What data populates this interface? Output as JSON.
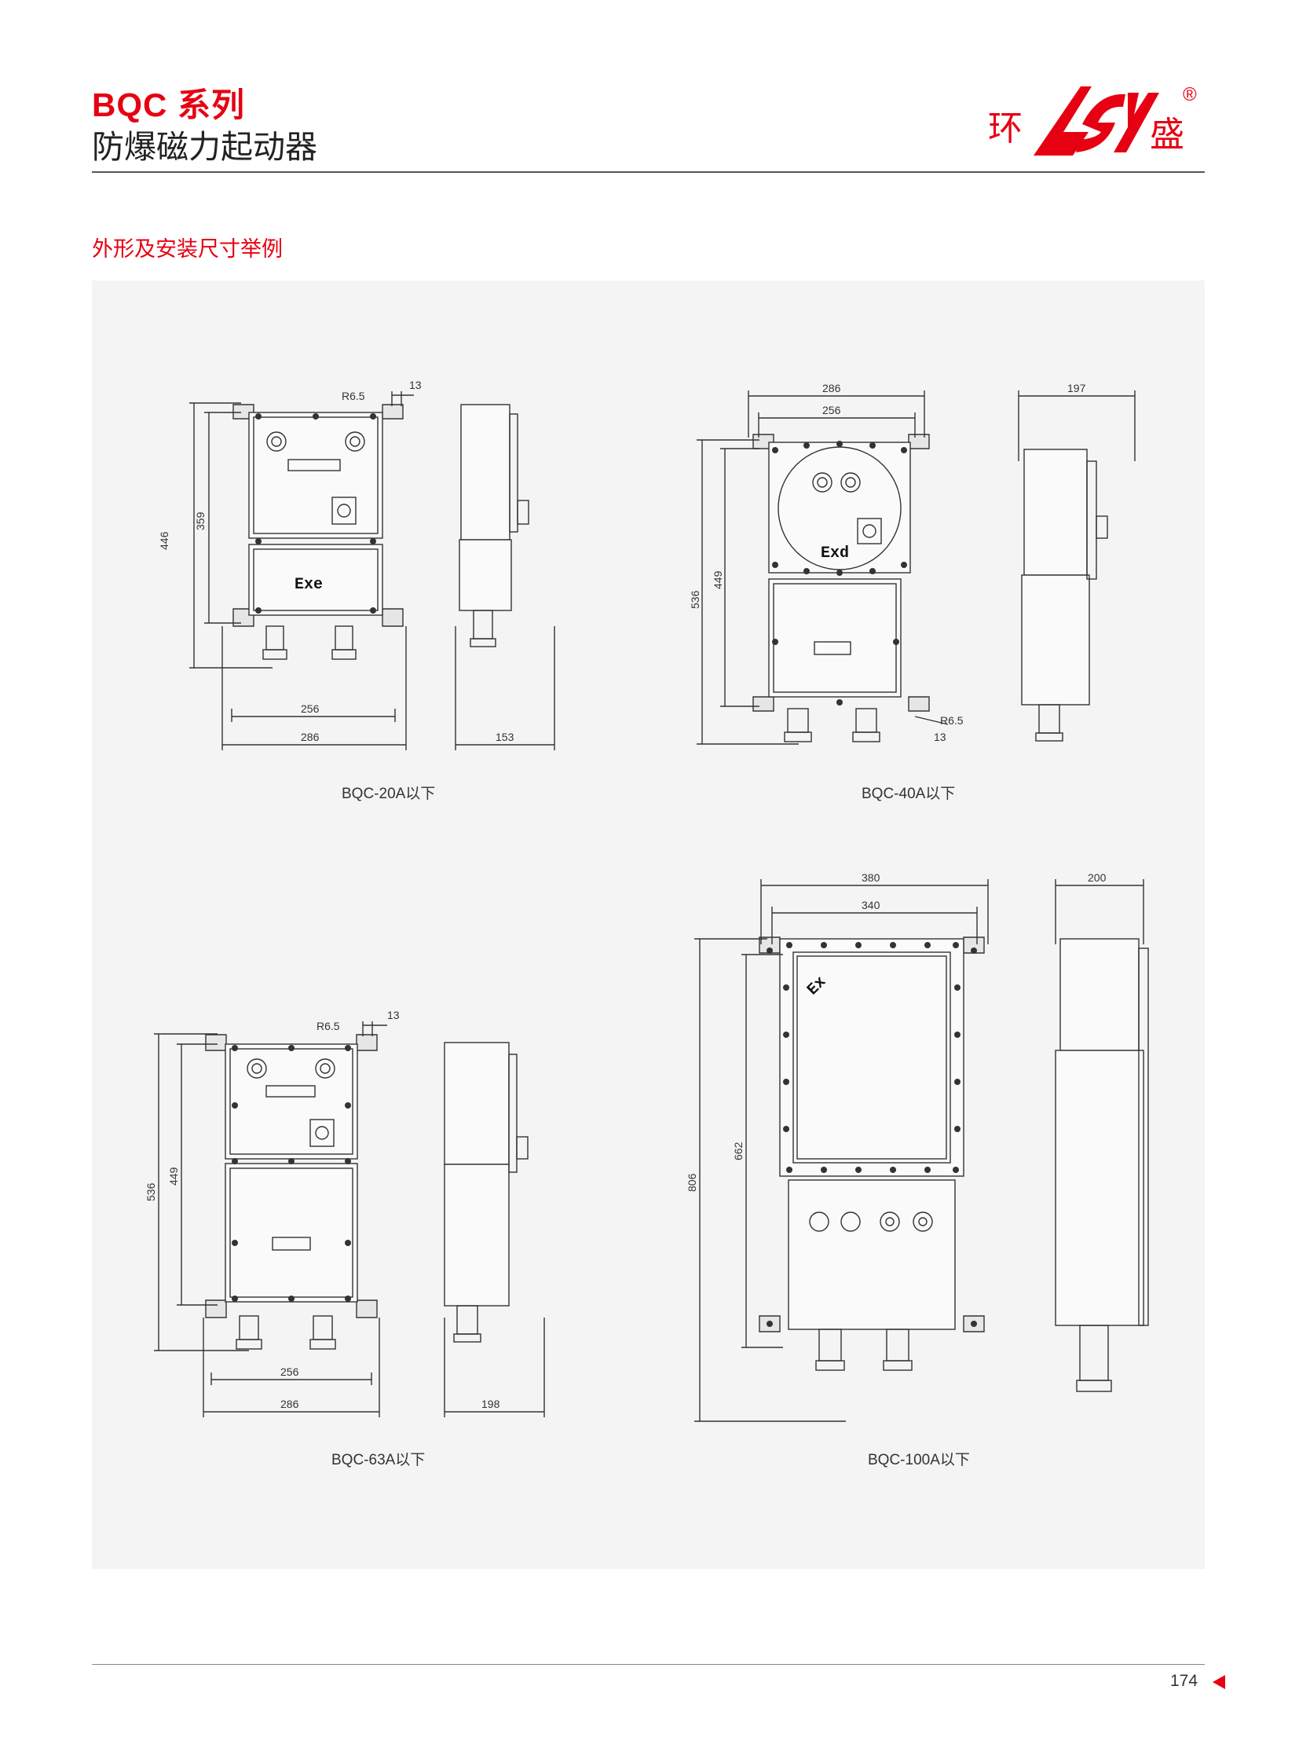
{
  "header": {
    "series": "BQC 系列",
    "title": "防爆磁力起动器",
    "logo_left": "环",
    "logo_right": "盛",
    "logo_reg": "®"
  },
  "section_title": "外形及安装尺寸举例",
  "drawings": [
    {
      "caption": "BQC-20A以下",
      "label": "Exe",
      "dims": {
        "top_r": "R6.5",
        "top_13": "13",
        "h_outer": "446",
        "h_inner": "359",
        "w_inner": "256",
        "w_outer": "286",
        "depth": "153"
      }
    },
    {
      "caption": "BQC-40A以下",
      "label": "Exd",
      "dims": {
        "w_outer": "286",
        "w_inner": "256",
        "h_outer": "536",
        "h_inner": "449",
        "r": "R6.5",
        "r13": "13",
        "depth": "197"
      }
    },
    {
      "caption": "BQC-63A以下",
      "dims": {
        "top_r": "R6.5",
        "top_13": "13",
        "h_outer": "536",
        "h_inner": "449",
        "w_inner": "256",
        "w_outer": "286",
        "depth": "198"
      }
    },
    {
      "caption": "BQC-100A以下",
      "label": "Ex",
      "dims": {
        "w_outer": "380",
        "w_inner": "340",
        "h_outer": "806",
        "h_inner": "662",
        "depth": "200"
      }
    }
  ],
  "footer": {
    "page": "174"
  }
}
